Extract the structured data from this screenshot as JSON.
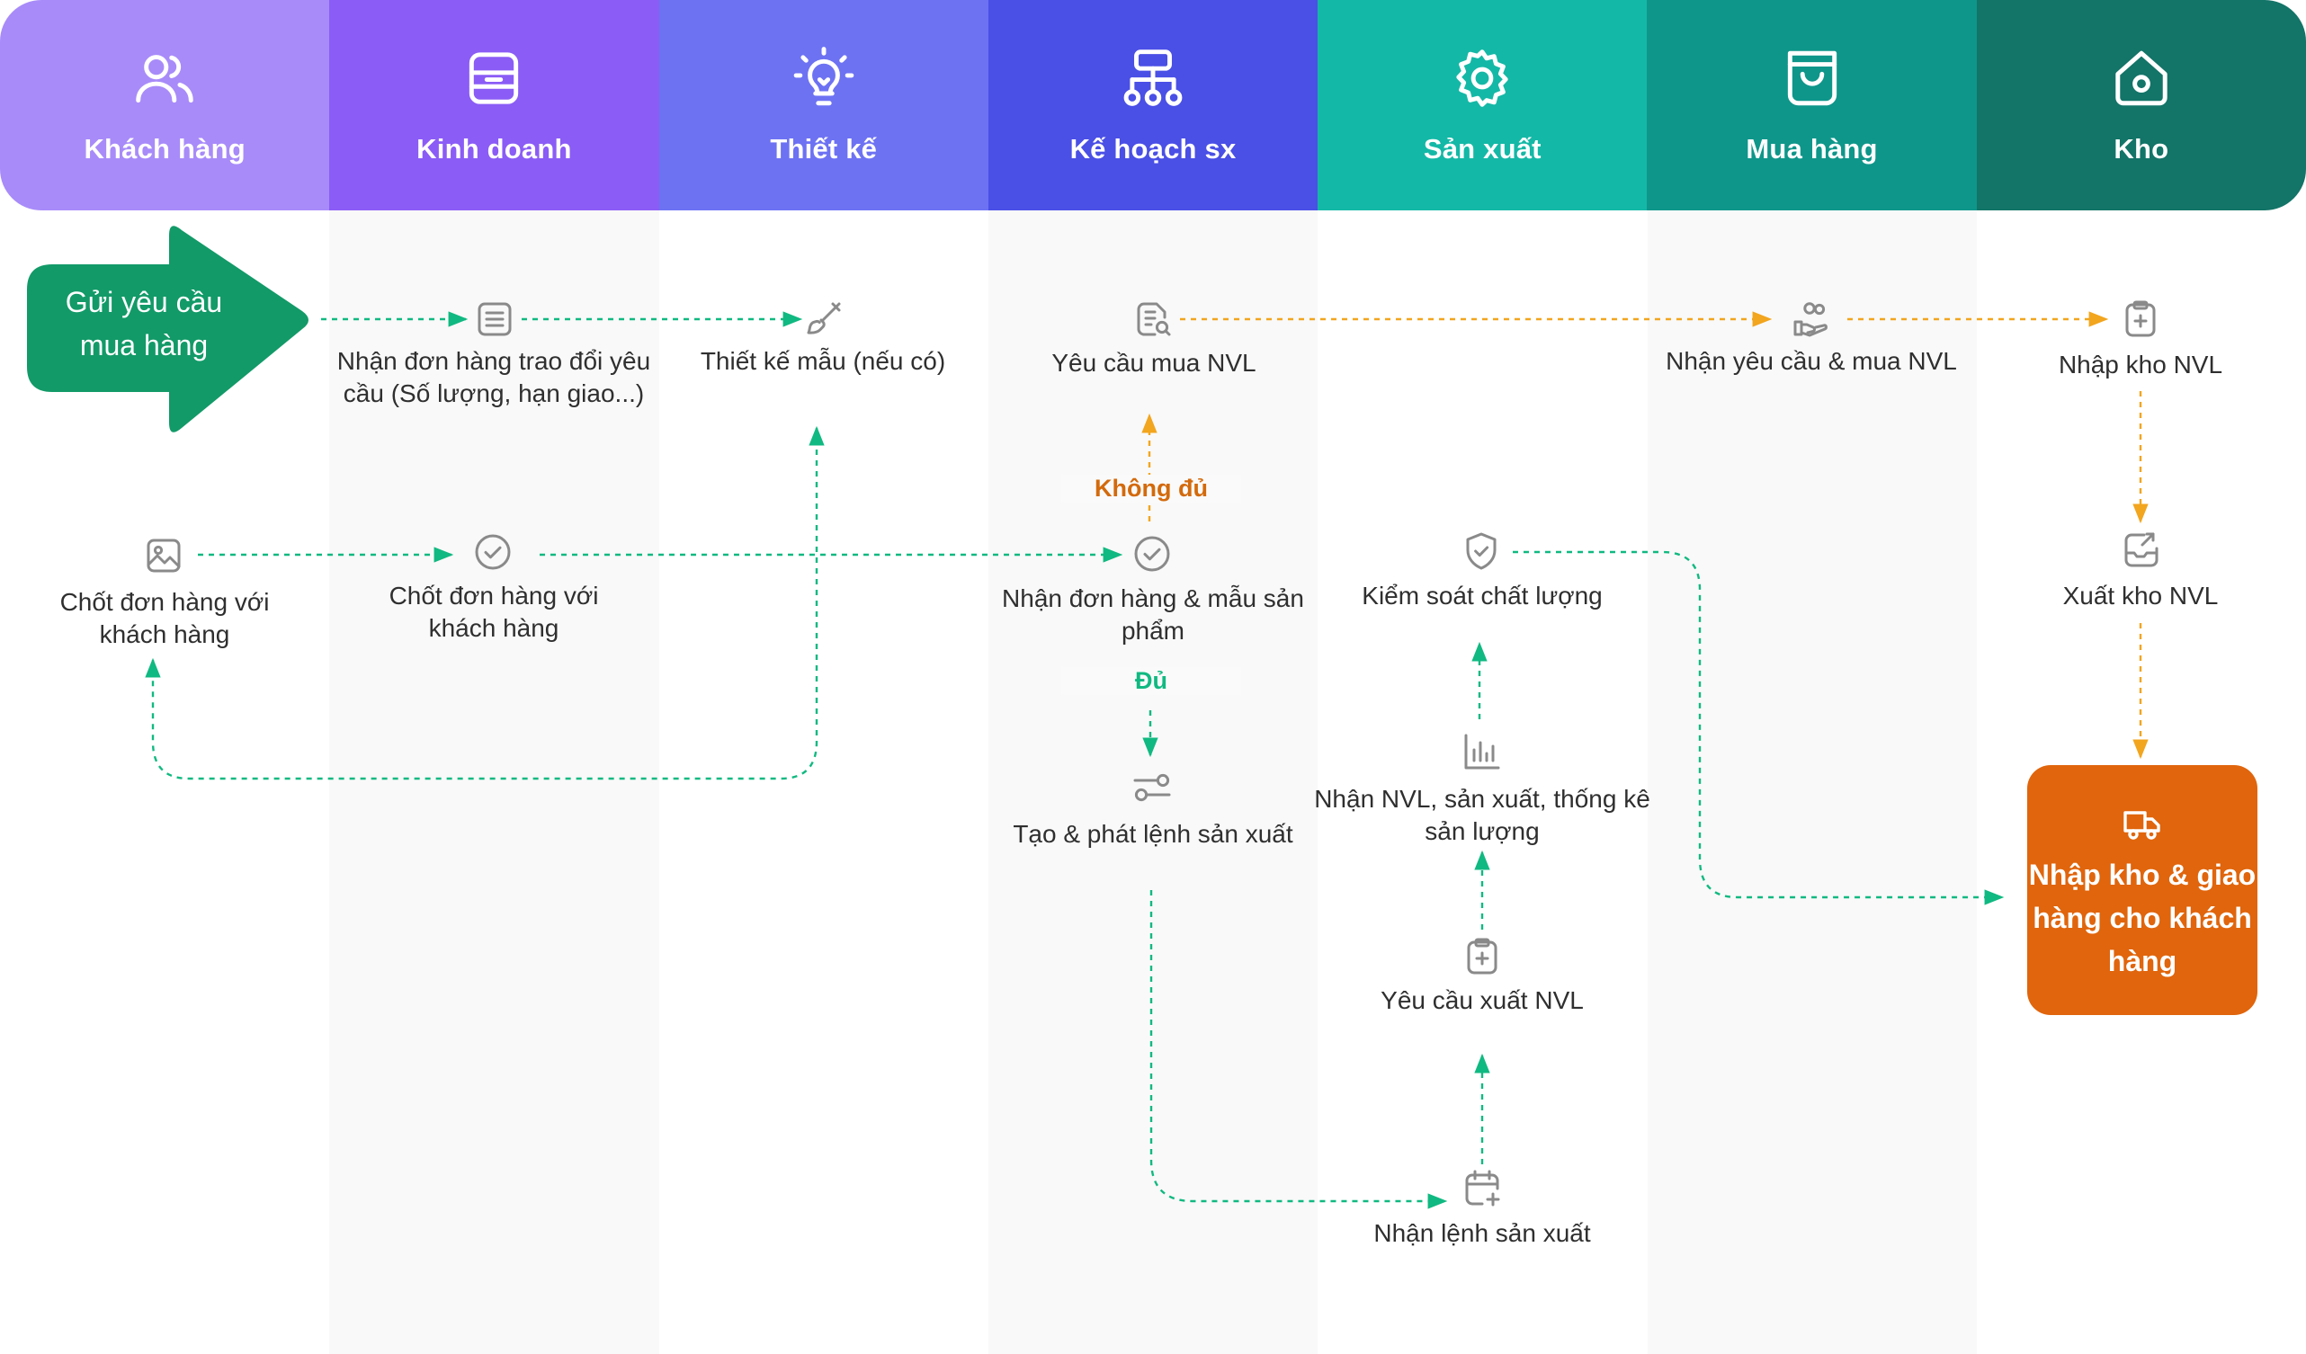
{
  "colors": {
    "lanes": [
      "#a88bf9",
      "#8b5cf6",
      "#6d72f3",
      "#4a4fe6",
      "#14b8a6",
      "#0e968a",
      "#137468"
    ],
    "green_arrow": "#129a68",
    "green_dash": "#10b981",
    "orange_dash": "#f2a51e",
    "orange_label": "#d36a0c",
    "end_box": "#e0650c",
    "icon_gray": "#8a8a8a"
  },
  "lanes": [
    {
      "label": "Khách hàng",
      "icon": "users-icon"
    },
    {
      "label": "Kinh doanh",
      "icon": "inbox-icon"
    },
    {
      "label": "Thiết kế",
      "icon": "lightbulb-icon"
    },
    {
      "label": "Kế hoạch sx",
      "icon": "sitemap-icon"
    },
    {
      "label": "Sản xuất",
      "icon": "gear-icon"
    },
    {
      "label": "Mua hàng",
      "icon": "shopping-bag-icon"
    },
    {
      "label": "Kho",
      "icon": "home-icon"
    }
  ],
  "start": {
    "label": "Gửi yêu cầu mua hàng"
  },
  "nodes": {
    "receive_order": {
      "label": "Nhận đơn hàng trao đổi yêu cầu (Số lượng, hạn giao...)",
      "icon": "document-list-icon"
    },
    "design_sample": {
      "label": "Thiết kế mẫu (nếu có)",
      "icon": "brush-icon"
    },
    "request_material": {
      "label": "Yêu cầu mua NVL",
      "icon": "document-search-icon"
    },
    "purchase_receive": {
      "label": "Nhận yêu cầu & mua NVL",
      "icon": "hand-coins-icon"
    },
    "import_material": {
      "label": "Nhập kho NVL",
      "icon": "clipboard-plus-icon"
    },
    "customer_confirm": {
      "label": "Chốt đơn hàng với khách hàng",
      "icon": "image-icon"
    },
    "sales_confirm": {
      "label": "Chốt đơn hàng với khách hàng",
      "icon": "check-circle-icon"
    },
    "plan_receive": {
      "label": "Nhận đơn hàng & mẫu sản phẩm",
      "icon": "check-circle-icon"
    },
    "quality_control": {
      "label": "Kiểm soát chất lượng",
      "icon": "shield-check-icon"
    },
    "export_material": {
      "label": "Xuất kho NVL",
      "icon": "box-export-icon"
    },
    "production_stats": {
      "label": "Nhận NVL, sản xuất, thống kê sản lượng",
      "icon": "bar-chart-icon"
    },
    "create_order": {
      "label": "Tạo & phát lệnh sản xuất",
      "icon": "sliders-icon"
    },
    "request_export": {
      "label": "Yêu cầu xuất NVL",
      "icon": "clipboard-plus-icon"
    },
    "receive_production_order": {
      "label": "Nhận lệnh sản xuất",
      "icon": "calendar-plus-icon"
    }
  },
  "conditions": {
    "not_enough": "Không đủ",
    "enough": "Đủ"
  },
  "end": {
    "label": "Nhập kho & giao hàng cho khách hàng",
    "icon": "truck-icon"
  }
}
